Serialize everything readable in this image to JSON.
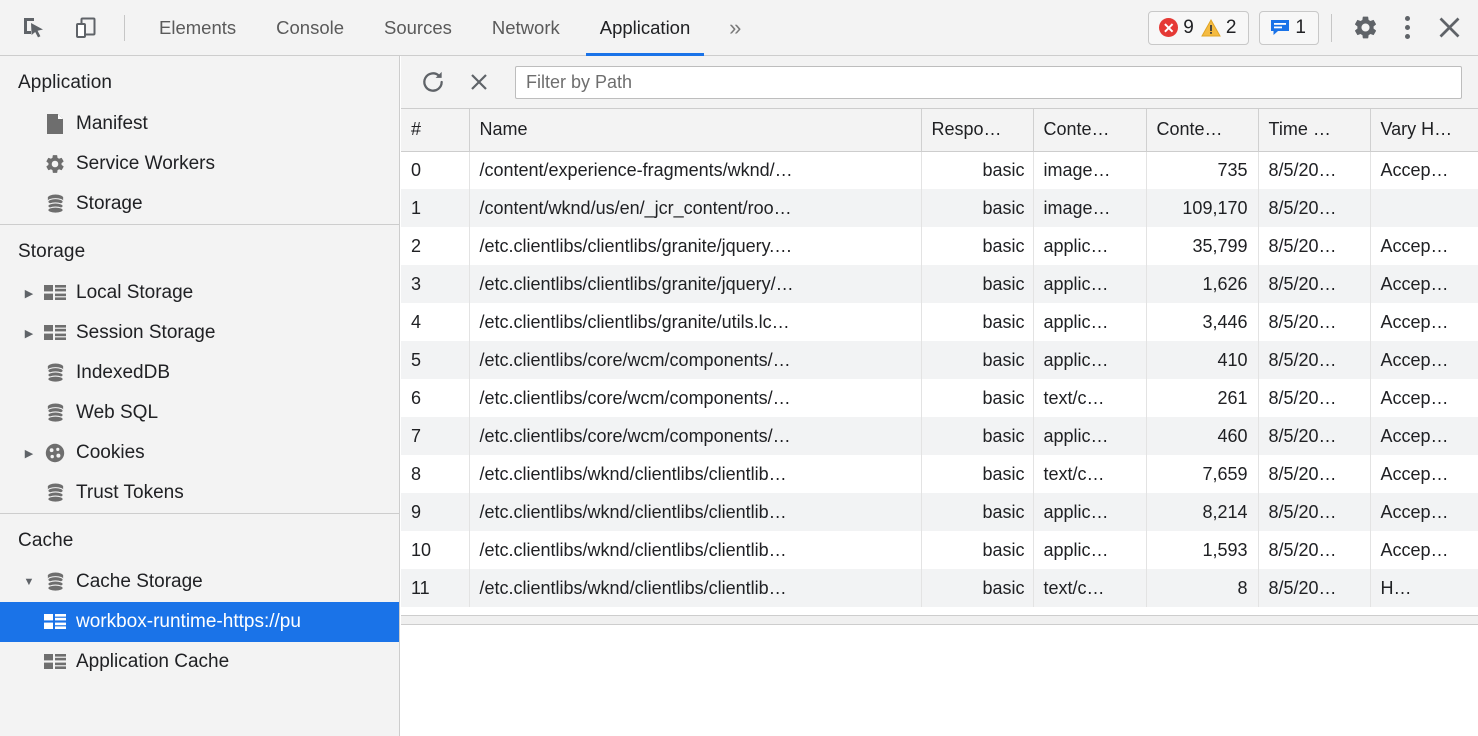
{
  "toolbar": {
    "inspect_icon": "inspect-element-icon",
    "device_icon": "device-toolbar-icon",
    "tabs": [
      {
        "label": "Elements",
        "active": false
      },
      {
        "label": "Console",
        "active": false
      },
      {
        "label": "Sources",
        "active": false
      },
      {
        "label": "Network",
        "active": false
      },
      {
        "label": "Application",
        "active": true
      }
    ],
    "more_tabs_label": "»",
    "error_count": "9",
    "warning_count": "2",
    "message_count": "1",
    "settings_icon": "gear-icon",
    "menu_icon": "kebab-menu-icon",
    "close_icon": "close-icon",
    "accent_color": "#1a73e8",
    "error_color": "#e53935",
    "warning_color": "#f5bb41",
    "message_color": "#1a73e8"
  },
  "sidebar": {
    "sections": [
      {
        "title": "Application",
        "items": [
          {
            "label": "Manifest",
            "icon": "manifest-document-icon",
            "twisty": "none",
            "indent": 2,
            "selected": false
          },
          {
            "label": "Service Workers",
            "icon": "gear-icon",
            "twisty": "none",
            "indent": 2,
            "selected": false
          },
          {
            "label": "Storage",
            "icon": "database-icon",
            "twisty": "none",
            "indent": 2,
            "selected": false
          }
        ]
      },
      {
        "title": "Storage",
        "items": [
          {
            "label": "Local Storage",
            "icon": "table-grid-icon",
            "twisty": "collapsed",
            "indent": 1,
            "selected": false
          },
          {
            "label": "Session Storage",
            "icon": "table-grid-icon",
            "twisty": "collapsed",
            "indent": 1,
            "selected": false
          },
          {
            "label": "IndexedDB",
            "icon": "database-icon",
            "twisty": "none",
            "indent": 1,
            "selected": false
          },
          {
            "label": "Web SQL",
            "icon": "database-icon",
            "twisty": "none",
            "indent": 1,
            "selected": false
          },
          {
            "label": "Cookies",
            "icon": "cookie-icon",
            "twisty": "collapsed",
            "indent": 1,
            "selected": false
          },
          {
            "label": "Trust Tokens",
            "icon": "database-icon",
            "twisty": "none",
            "indent": 1,
            "selected": false
          }
        ]
      },
      {
        "title": "Cache",
        "items": [
          {
            "label": "Cache Storage",
            "icon": "database-icon",
            "twisty": "expanded",
            "indent": 1,
            "selected": false
          },
          {
            "label": "workbox-runtime-https://pu",
            "icon": "table-grid-icon",
            "twisty": "none",
            "indent": 2,
            "selected": true
          },
          {
            "label": "Application Cache",
            "icon": "table-grid-icon",
            "twisty": "none",
            "indent": 2,
            "selected": false
          }
        ]
      }
    ]
  },
  "main": {
    "refresh_icon": "refresh-icon",
    "delete_icon": "delete-entry-icon",
    "filter_placeholder": "Filter by Path",
    "filter_value": "",
    "table": {
      "columns": [
        "#",
        "Name",
        "Respo…",
        "Conte…",
        "Conte…",
        "Time …",
        "Vary H…"
      ],
      "rows": [
        {
          "num": "0",
          "name": "/content/experience-fragments/wknd/…",
          "response": "basic",
          "content_type": "image…",
          "content_length": "735",
          "time": "8/5/20…",
          "vary": "Accep…"
        },
        {
          "num": "1",
          "name": "/content/wknd/us/en/_jcr_content/roo…",
          "response": "basic",
          "content_type": "image…",
          "content_length": "109,170",
          "time": "8/5/20…",
          "vary": ""
        },
        {
          "num": "2",
          "name": "/etc.clientlibs/clientlibs/granite/jquery.…",
          "response": "basic",
          "content_type": "applic…",
          "content_length": "35,799",
          "time": "8/5/20…",
          "vary": "Accep…"
        },
        {
          "num": "3",
          "name": "/etc.clientlibs/clientlibs/granite/jquery/…",
          "response": "basic",
          "content_type": "applic…",
          "content_length": "1,626",
          "time": "8/5/20…",
          "vary": "Accep…"
        },
        {
          "num": "4",
          "name": "/etc.clientlibs/clientlibs/granite/utils.lc…",
          "response": "basic",
          "content_type": "applic…",
          "content_length": "3,446",
          "time": "8/5/20…",
          "vary": "Accep…"
        },
        {
          "num": "5",
          "name": "/etc.clientlibs/core/wcm/components/…",
          "response": "basic",
          "content_type": "applic…",
          "content_length": "410",
          "time": "8/5/20…",
          "vary": "Accep…"
        },
        {
          "num": "6",
          "name": "/etc.clientlibs/core/wcm/components/…",
          "response": "basic",
          "content_type": "text/c…",
          "content_length": "261",
          "time": "8/5/20…",
          "vary": "Accep…"
        },
        {
          "num": "7",
          "name": "/etc.clientlibs/core/wcm/components/…",
          "response": "basic",
          "content_type": "applic…",
          "content_length": "460",
          "time": "8/5/20…",
          "vary": "Accep…"
        },
        {
          "num": "8",
          "name": "/etc.clientlibs/wknd/clientlibs/clientlib…",
          "response": "basic",
          "content_type": "text/c…",
          "content_length": "7,659",
          "time": "8/5/20…",
          "vary": "Accep…"
        },
        {
          "num": "9",
          "name": "/etc.clientlibs/wknd/clientlibs/clientlib…",
          "response": "basic",
          "content_type": "applic…",
          "content_length": "8,214",
          "time": "8/5/20…",
          "vary": "Accep…"
        },
        {
          "num": "10",
          "name": "/etc.clientlibs/wknd/clientlibs/clientlib…",
          "response": "basic",
          "content_type": "applic…",
          "content_length": "1,593",
          "time": "8/5/20…",
          "vary": "Accep…"
        },
        {
          "num": "11",
          "name": "/etc.clientlibs/wknd/clientlibs/clientlib…",
          "response": "basic",
          "content_type": "text/c…",
          "content_length": "8",
          "time": "8/5/20…",
          "vary": "H…"
        }
      ]
    }
  }
}
